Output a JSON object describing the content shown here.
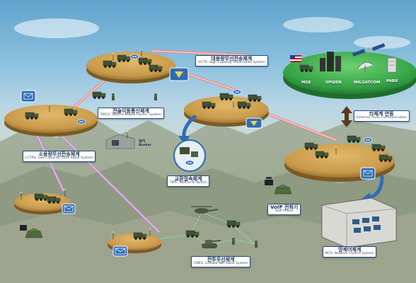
{
  "labels": {
    "hctr": {
      "ko": "대용량무선전송체계",
      "en": "HCTR: High Capacity Trunk Radio System"
    },
    "tmcs": {
      "ko": "전술이동통신체계",
      "en": "TMCS: Tactical Mobile Comm. System"
    },
    "lctrs": {
      "ko": "소용량무선전송체계",
      "en": "LCTRS: Low Capacity Trunk Radio System"
    },
    "tips": {
      "ko": "교환접속체계",
      "en": "TIPS: Tactical IP Switch"
    },
    "external": {
      "ko": "타체계 연동",
      "en": "External Trunk Communication"
    },
    "voip": {
      "ko": "VoIP 전화기",
      "en": "VoIP Phone"
    },
    "ncs": {
      "ko": "망제어체계",
      "en": "NCS: Network Control System"
    },
    "cnrs": {
      "ko": "전투무선체계",
      "en": "CNRS: Combat Net Radio System"
    }
  },
  "bunker": {
    "ko": "벙커",
    "en": "Bunker"
  },
  "external_systems": [
    "MSE",
    "SPIDER",
    "MILSATCOM",
    "PABX"
  ],
  "colors": {
    "platform": "#c99a4a",
    "green_platform": "#3aa84a",
    "trunk_link": "#e58a8a",
    "lctrs_link": "#c489d8",
    "cnrs_link": "#7fe08f",
    "arrow_blue": "#2f6db5"
  },
  "icons": [
    "router-icon",
    "mail-icon",
    "triangle-down-icon",
    "antenna-icon",
    "military-truck-icon",
    "tank-icon",
    "helicopter-icon",
    "soldier-icon",
    "tent-icon",
    "phone-icon",
    "satellite-icon",
    "satellite-dish-icon",
    "server-rack-icon",
    "usa-flag-icon",
    "control-room-icon"
  ]
}
